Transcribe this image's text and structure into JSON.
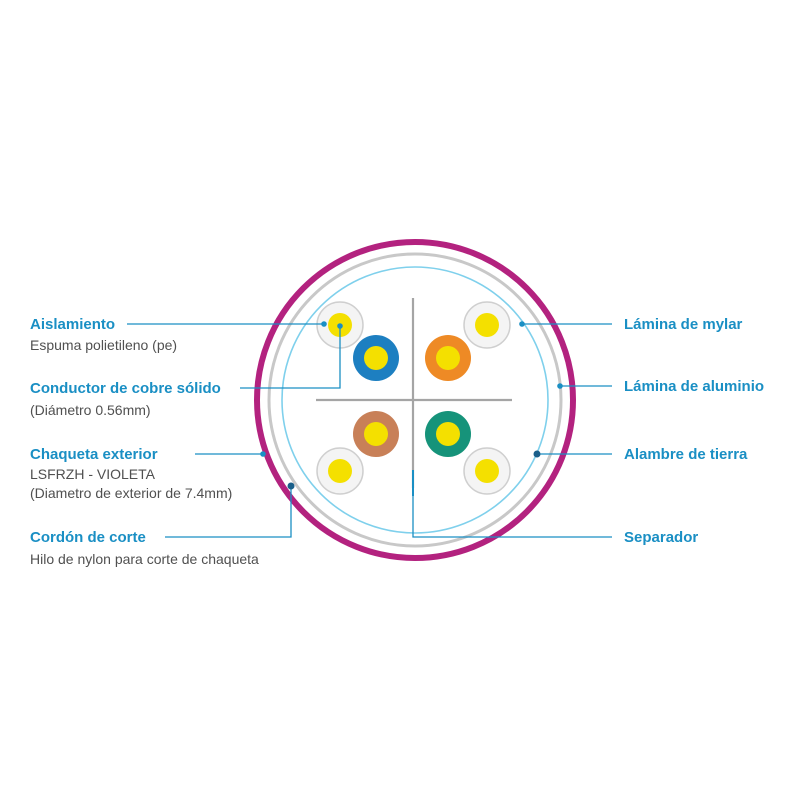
{
  "labels": {
    "aislamiento": {
      "title": "Aislamiento",
      "sub": "Espuma polietileno (pe)"
    },
    "conductor": {
      "title": "Conductor de cobre sólido",
      "sub": "(Diámetro 0.56mm)"
    },
    "chaqueta": {
      "title": "Chaqueta exterior",
      "sub1": "LSFRZH - VIOLETA",
      "sub2": "(Diametro de exterior de 7.4mm)"
    },
    "cordon": {
      "title": "Cordón de corte",
      "sub": "Hilo de nylon para corte de chaqueta"
    },
    "mylar": {
      "title": "Lámina de mylar"
    },
    "aluminio": {
      "title": "Lámina de aluminio"
    },
    "tierra": {
      "title": "Alambre de tierra"
    },
    "separador": {
      "title": "Separador"
    }
  },
  "colors": {
    "title_text": "#1a8fc4",
    "sub_text": "#505050",
    "leader_line": "#1a8fc4",
    "jacket": "#b3227f",
    "aluminium_foil": "#c8c8c8",
    "mylar_foil": "#7fd0ec",
    "separator": "#a5a5a5",
    "conductor": "#f4e000",
    "insulation_white": "#f4f4f4",
    "insulation_blue": "#1d7fc1",
    "insulation_orange": "#ee8a25",
    "insulation_brown": "#c88058",
    "insulation_green": "#16937a"
  }
}
